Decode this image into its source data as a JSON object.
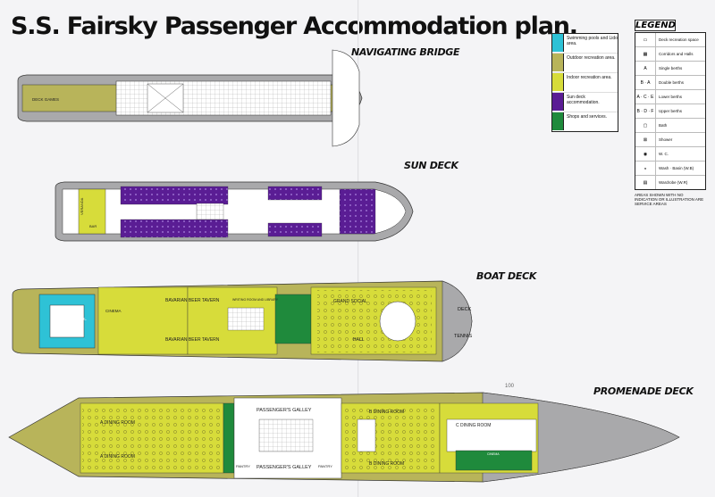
{
  "title": "S.S. Fairsky Passenger Accommodation plan.",
  "colors": {
    "pool": "#2ec2d6",
    "outdoor": "#b8b45a",
    "indoor": "#d7dc3a",
    "sun_deck_cabins": "#5a1d94",
    "shops": "#1f8a3c",
    "hull_grey": "#a9a9ab",
    "deck_white": "#ffffff"
  },
  "legend_areas": [
    {
      "label": "Swimming pools and Lido area.",
      "color": "#2ec2d6"
    },
    {
      "label": "Outdoor recreation area.",
      "color": "#b8b45a"
    },
    {
      "label": "Indoor recreation area.",
      "color": "#d7dc3a"
    },
    {
      "label": "Sun deck accommodation.",
      "color": "#5a1d94"
    },
    {
      "label": "Shops and services.",
      "color": "#1f8a3c"
    }
  ],
  "legend": {
    "title": "LEGEND",
    "rows": [
      {
        "symbol": "▭",
        "label": "Deck recreation space"
      },
      {
        "symbol": "▦",
        "label": "Corridors and Halls"
      },
      {
        "symbol": "A",
        "label": "Single berths"
      },
      {
        "symbol": "B · A",
        "label": "Double berths"
      },
      {
        "symbol": "A · C · E",
        "label": "Lower berths"
      },
      {
        "symbol": "B · D · F",
        "label": "Upper berths"
      },
      {
        "symbol": "▢",
        "label": "Bath"
      },
      {
        "symbol": "⊠",
        "label": "Shower"
      },
      {
        "symbol": "◉",
        "label": "W. C."
      },
      {
        "symbol": "◒",
        "label": "Wash · Basin (W.B)"
      },
      {
        "symbol": "▤",
        "label": "Wardrobe (W.R)"
      }
    ],
    "note": "AREAS SHOWN WITH NO INDICATION OR ILLUSTRATION ARE SERVICE AREAS"
  },
  "decks": {
    "navigating_bridge": {
      "name": "NAVIGATING BRIDGE",
      "labels": [
        "DECK GAMES"
      ]
    },
    "sun_deck": {
      "name": "SUN DECK",
      "labels": [
        "VERANDA",
        "BAR"
      ]
    },
    "boat_deck": {
      "name": "BOAT DECK",
      "labels": [
        "SWIMMING POOL",
        "CINEMA",
        "BAVARIAN BEER TAVERN",
        "WRITING ROOM AND LIBRARY",
        "BAVARIAN BEER TAVERN",
        "GRAND SOCIAL",
        "HALL",
        "DECK",
        "TENNIS"
      ]
    },
    "promenade_deck": {
      "name": "PROMENADE DECK",
      "labels": [
        "A DINING ROOM",
        "A DINING ROOM",
        "PASSENGER'S GALLEY",
        "PASSENGER'S GALLEY",
        "PANTRY",
        "PANTRY",
        "B DINING ROOM",
        "B DINING ROOM",
        "C DINING ROOM",
        "CINEMA",
        "100"
      ]
    }
  }
}
